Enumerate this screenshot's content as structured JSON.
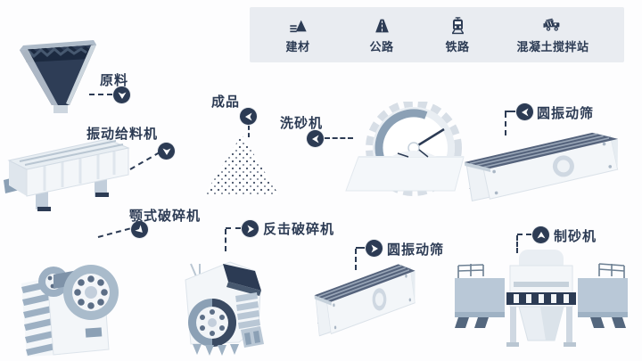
{
  "palette": {
    "navy": "#2c3b54",
    "steel_blue": "#8ba0b5",
    "light_steel": "#c9d4df",
    "machine_body": "#f3f6f9",
    "mesh_dark": "#55637c",
    "legend_background": "#e9ecf1",
    "page_background": "#fdfdfe"
  },
  "legend": {
    "items": [
      {
        "label": "建材",
        "icon": "building-materials-mountain-icon"
      },
      {
        "label": "公路",
        "icon": "highway-road-icon"
      },
      {
        "label": "铁路",
        "icon": "railway-train-icon"
      },
      {
        "label": "混凝土搅拌站",
        "icon": "concrete-mixing-plant-truck-icon"
      }
    ]
  },
  "flow": {
    "nodes": [
      {
        "id": "raw-material",
        "label": "原料",
        "icon": "arrow-down"
      },
      {
        "id": "vibrating-feeder",
        "label": "振动给料机",
        "icon": "arrow-down"
      },
      {
        "id": "jaw-crusher",
        "label": "颚式破碎机",
        "icon": "arrow-down-right"
      },
      {
        "id": "finished-product",
        "label": "成品",
        "icon": "arrow-left"
      },
      {
        "id": "sand-washer",
        "label": "洗砂机",
        "icon": "arrow-left"
      },
      {
        "id": "circular-vibrating-screen-upper",
        "label": "圆振动筛",
        "icon": "arrow-left"
      },
      {
        "id": "impact-crusher",
        "label": "反击破碎机",
        "icon": "arrow-right"
      },
      {
        "id": "circular-vibrating-screen-lower",
        "label": "圆振动筛",
        "icon": "arrow-right"
      },
      {
        "id": "sand-maker",
        "label": "制砂机",
        "icon": "arrow-up"
      }
    ]
  }
}
